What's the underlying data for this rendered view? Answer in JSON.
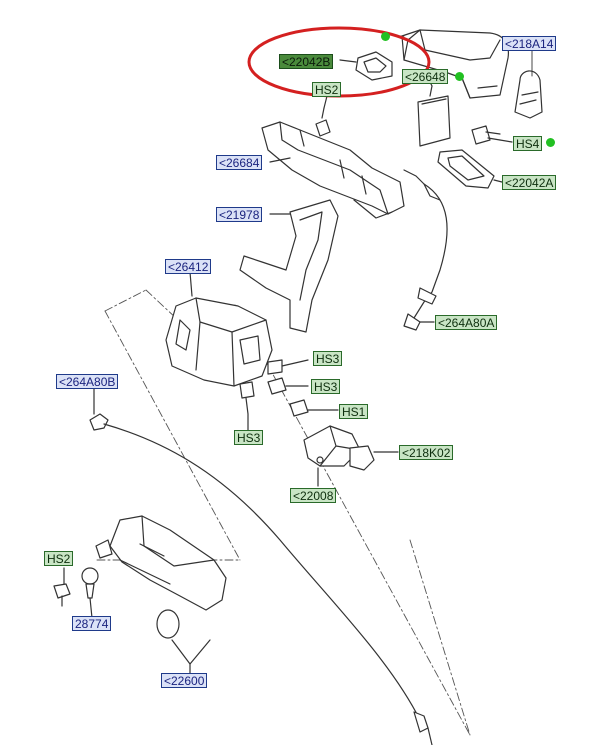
{
  "colors": {
    "label_blue_border": "#1f3a8a",
    "label_blue_fill": "#dbe2f7",
    "label_green_border": "#2a6a2a",
    "label_green_fill": "#c9e5c5",
    "label_highlight_fill": "#4a8a3c",
    "highlight_ellipse": "#d42020",
    "status_dot": "#22c022",
    "line_art": "#333333"
  },
  "labels": {
    "p_22042b": "<22042B",
    "p_218a14": "<218A14",
    "p_26648": "<26648",
    "hs2_top": "HS2",
    "hs4": "HS4",
    "p_26684": "<26684",
    "p_22042a": "<22042A",
    "p_21978": "<21978",
    "p_26412": "<26412",
    "p_264a80a": "<264A80A",
    "hs3_a": "HS3",
    "hs3_b": "HS3",
    "p_264a80b": "<264A80B",
    "hs1": "HS1",
    "hs3_c": "HS3",
    "p_218k02": "<218K02",
    "p_22008": "<22008",
    "hs2_bottom": "HS2",
    "p_28774": "28774",
    "p_22600": "<22600"
  }
}
